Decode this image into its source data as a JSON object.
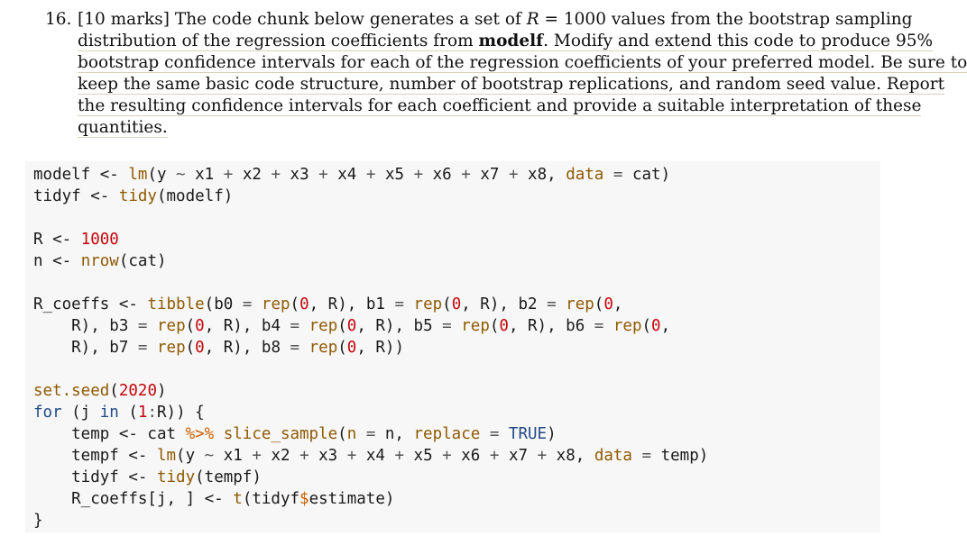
{
  "question": {
    "lines": [
      "16. [10 marks] The code chunk below generates a set of R = 1000 values from the bootstrap sampling",
      "distribution of the regression coefficients from modelf. Modify and extend this code to produce 95%",
      "bootstrap confidence intervals for each of the regression coefficients of your preferred model. Be sure to",
      "keep the same basic code structure, number of bootstrap replications, and random seed value. Report",
      "the resulting confidence intervals for each coefficient and provide a suitable interpretation of these",
      "quantities."
    ]
  },
  "code": {
    "lines": [
      "modelf <- lm(y ~ x1 + x2 + x3 + x4 + x5 + x6 + x7 + x8, data = cat)",
      "tidyf <- tidy(modelf)",
      "",
      "R <- 1000",
      "n <- nrow(cat)",
      "",
      "R_coeffs <- tibble(b0 = rep(0, R), b1 = rep(0, R), b2 = rep(0,",
      "    R), b3 = rep(0, R), b4 = rep(0, R), b5 = rep(0, R), b6 = rep(0,",
      "    R), b7 = rep(0, R), b8 = rep(0, R))",
      "",
      "set.seed(2020)",
      "for (j in (1:R)) {",
      "    temp <- cat %>% slice_sample(n = n, replace = TRUE)",
      "    tempf <- lm(y ~ x1 + x2 + x3 + x4 + x5 + x6 + x7 + x8, data = temp)",
      "    tidyf <- tidy(tempf)",
      "    R_coeffs[j, ] <- t(tidyf$estimate)",
      "}"
    ]
  }
}
